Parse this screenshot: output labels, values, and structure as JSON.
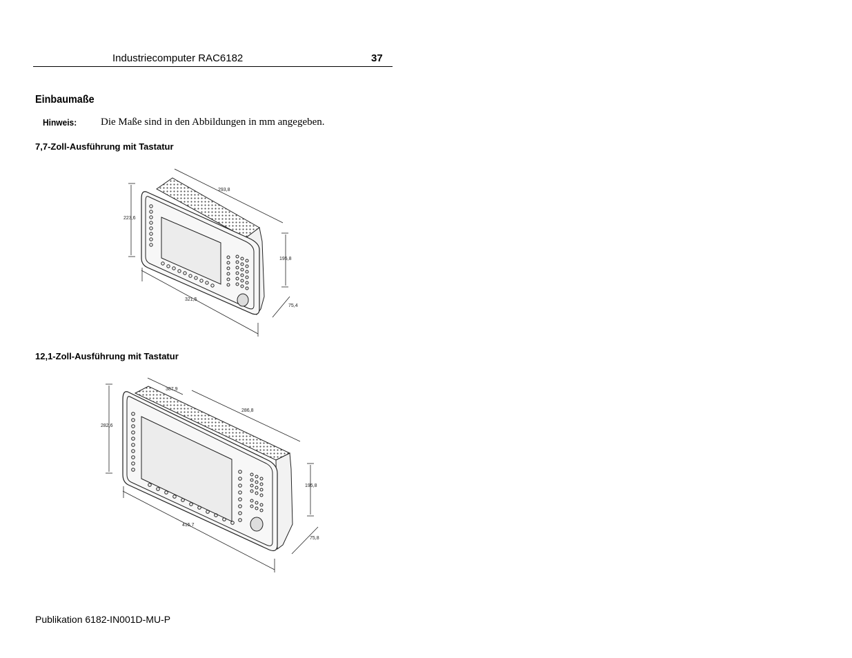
{
  "header": {
    "running_title": "Industriecomputer RAC6182",
    "page_number": "37"
  },
  "section": {
    "title": "Einbaumaße",
    "note_label": "Hinweis:",
    "note_text": "Die Maße sind in den Abbildungen in mm angegeben."
  },
  "figures": [
    {
      "caption": "7,7-Zoll-Ausführung mit Tastatur",
      "dims": {
        "depth_top": "293,8",
        "height": "223,6",
        "cutout_height": "195,8",
        "width": "321,5",
        "depth": "75,4"
      }
    },
    {
      "caption": "12,1-Zoll-Ausführung mit Tastatur",
      "dims": {
        "top_a": "387,9",
        "top_b": "286,8",
        "height": "282,6",
        "cutout_height": "195,8",
        "width": "415,7",
        "depth": "75,8"
      }
    }
  ],
  "footer": {
    "publication": "Publikation 6182-IN001D-MU-P"
  }
}
